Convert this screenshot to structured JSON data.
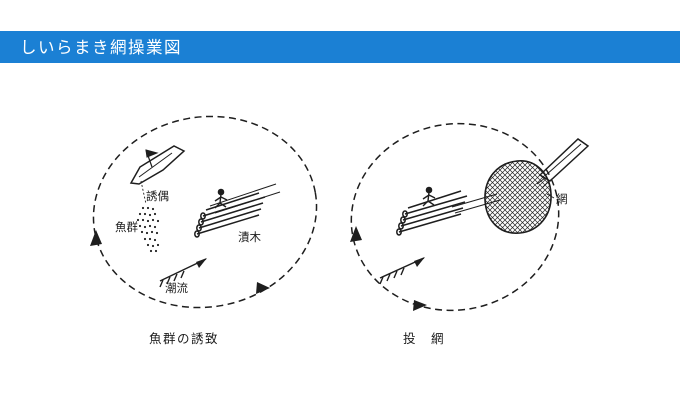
{
  "header": {
    "title": "しいらまき網操業図",
    "bar_color": "#1b80d4"
  },
  "left_diagram": {
    "labels": {
      "lure": "誘偶",
      "fish_school": "魚群",
      "attracting_logs": "漬木",
      "current": "潮流"
    },
    "caption": "魚群の誘致"
  },
  "right_diagram": {
    "labels": {
      "net": "網"
    },
    "caption": "投　網"
  },
  "ink_color": "#1e1e1e"
}
